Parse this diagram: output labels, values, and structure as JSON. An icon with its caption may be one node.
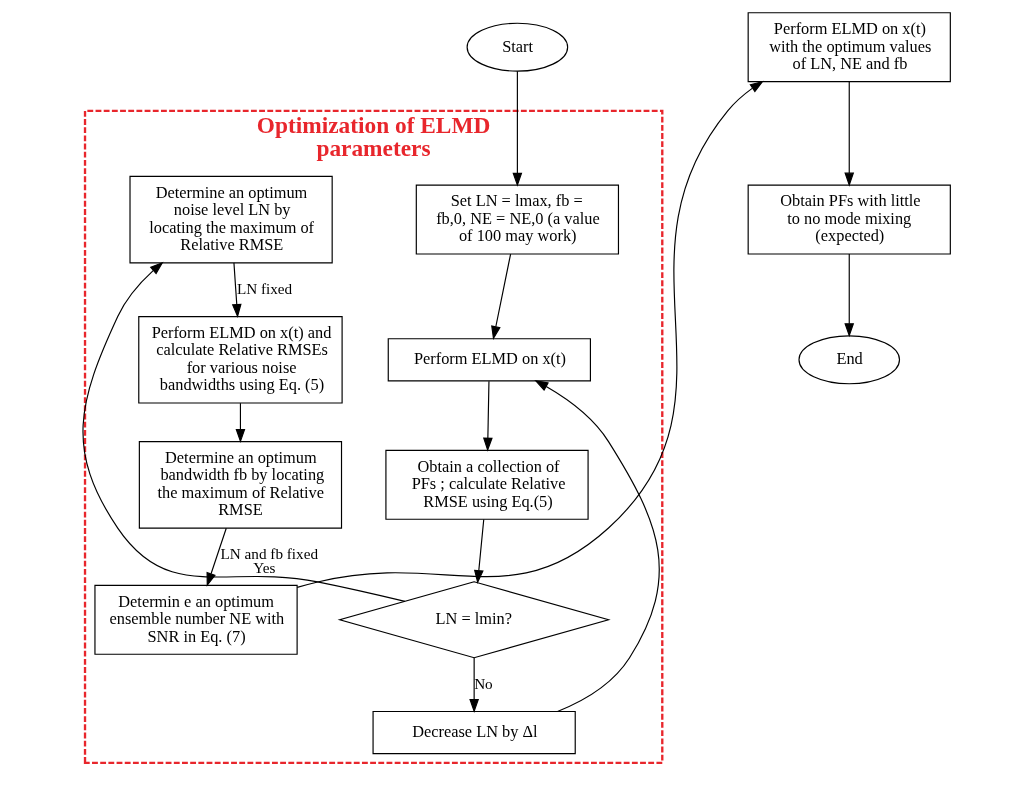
{
  "diagram": {
    "nodes": [
      {
        "text": [
          "Start"
        ]
      },
      {
        "text": [
          "Optimization of ELMD parameters"
        ]
      },
      {
        "text": [
          "Set LN = lmax, fb = fb,0, NE = NE,0 (a value of 100 may work)"
        ],
        "in": 1
      },
      {
        "text": [
          "Perform ELMD on x(t)"
        ],
        "in": 1
      },
      {
        "text": [
          "Obtain a collection of PFs ; calculate Relative RMSE using Eq.(5)"
        ],
        "in": 1
      },
      {
        "text": [
          "LN = lmin?"
        ],
        "in": 1
      },
      {
        "text": [
          "Decrease LN by Δl"
        ],
        "in": 1
      },
      {
        "text": [
          "Determine an optimum noise level LN by locating the maximum of Relative RMSE"
        ],
        "in": 1
      },
      {
        "text": [
          "Perform ELMD on x(t) and calculate Relative RMSEs for various noise bandwidths using Eq. (5)"
        ],
        "in": 1
      },
      {
        "text": [
          "Determine an optimum bandwidth fb by locating the maximum of Relative RMSE"
        ],
        "in": 1
      },
      {
        "text": [
          "Determin e an optimum ensemble number NE with SNR in Eq. (7)"
        ],
        "in": 1
      },
      {
        "text": [
          "Perform ELMD on x(t) with the optimum values of LN, NE and fb"
        ]
      },
      {
        "text": [
          "Obtain PFs with little to no mode mixing (expected)"
        ]
      },
      {
        "text": [
          "End"
        ]
      }
    ],
    "edges": [
      {
        "from": 0,
        "to": 2,
        "arrow": "to"
      },
      {
        "from": 2,
        "to": 3,
        "arrow": "to"
      },
      {
        "from": 3,
        "to": 4,
        "arrow": "to"
      },
      {
        "from": 4,
        "to": 5,
        "arrow": "to"
      },
      {
        "from": 5,
        "to": 6,
        "arrow": "to",
        "label": "No"
      },
      {
        "from": 6,
        "to": 3,
        "arrow": "to"
      },
      {
        "from": 5,
        "to": 7,
        "arrow": "to",
        "label": "Yes"
      },
      {
        "from": 7,
        "to": 8,
        "arrow": "to",
        "label": "LN fixed"
      },
      {
        "from": 8,
        "to": 9,
        "arrow": "to"
      },
      {
        "from": 9,
        "to": 10,
        "arrow": "to",
        "label": "LN and fb fixed"
      },
      {
        "from": 10,
        "to": 11,
        "arrow": "to"
      },
      {
        "from": 11,
        "to": 12,
        "arrow": "to"
      },
      {
        "from": 12,
        "to": 13,
        "arrow": "to"
      }
    ]
  }
}
